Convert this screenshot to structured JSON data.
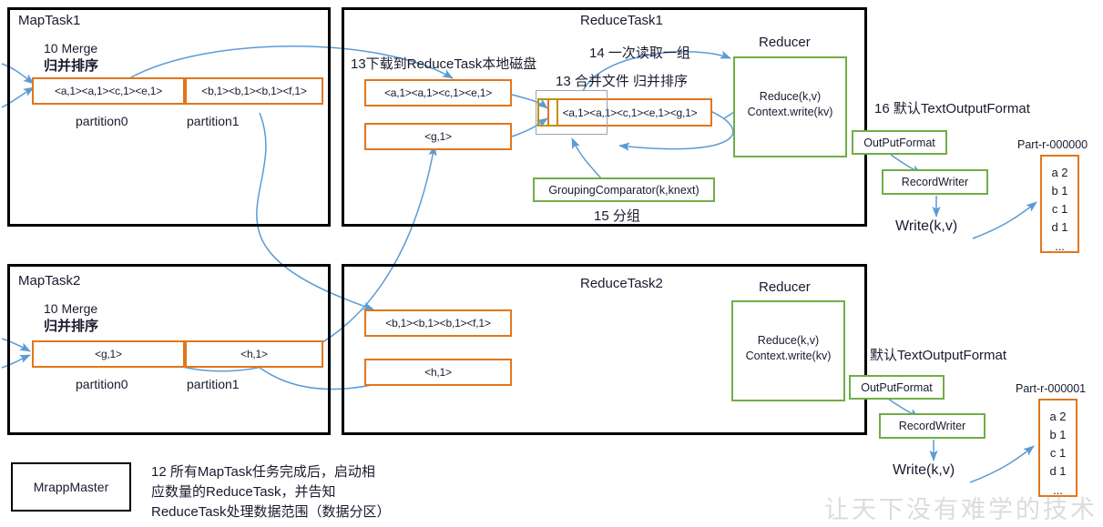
{
  "colors": {
    "panel_border": "#000000",
    "kv_box_border": "#E2761B",
    "component_border": "#70AD47",
    "arrow": "#5B9BD5",
    "overlay_gray": "#9AA4B0",
    "overlay_yellow": "#BF9000",
    "watermark": "#DCDCDC"
  },
  "maptask1": {
    "title": "MapTask1",
    "step_label_line1": "10 Merge",
    "step_label_line2": "归并排序",
    "partition0_value": "<a,1><a,1><c,1><e,1>",
    "partition1_value": "<b,1><b,1><b,1><f,1>",
    "partition0_label": "partition0",
    "partition1_label": "partition1"
  },
  "maptask2": {
    "title": "MapTask2",
    "step_label_line1": "10 Merge",
    "step_label_line2": "归并排序",
    "partition0_value": "<g,1>",
    "partition1_value": "<h,1>",
    "partition0_label": "partition0",
    "partition1_label": "partition1"
  },
  "reducetask1": {
    "title": "ReduceTask1",
    "step13_download": "13下载到ReduceTask本地磁盘",
    "step14_read": "14 一次读取一组",
    "step13_merge": "13 合并文件 归并排序",
    "step15_group": "15 分组",
    "file1_value": "<a,1><a,1><c,1><e,1>",
    "file2_value": "<g,1>",
    "merged_value": "<a,1><a,1><c,1><e,1><g,1>",
    "grouping_comparator": "GroupingComparator(k,knext)"
  },
  "reducetask2": {
    "title": "ReduceTask2",
    "file1_value": "<b,1><b,1><b,1><f,1>",
    "file2_value": "<h,1>"
  },
  "reducer1": {
    "title": "Reducer",
    "code_line1": "Reduce(k,v)",
    "code_line2": "Context.write(kv)",
    "step16_outputformat": "16 默认TextOutputFormat",
    "outputformat": "OutPutFormat",
    "recordwriter": "RecordWriter",
    "write": "Write(k,v)",
    "part_name": "Part-r-000000",
    "part_rows": [
      "a 2",
      "b 1",
      "c 1",
      "d 1",
      "..."
    ]
  },
  "reducer2": {
    "title": "Reducer",
    "code_line1": "Reduce(k,v)",
    "code_line2": "Context.write(kv)",
    "step_outputformat": "默认TextOutputFormat",
    "outputformat": "OutPutFormat",
    "recordwriter": "RecordWriter",
    "write": "Write(k,v)",
    "part_name": "Part-r-000001",
    "part_rows": [
      "a 2",
      "b 1",
      "c 1",
      "d 1",
      "..."
    ]
  },
  "master": {
    "box_label": "MrappMaster",
    "note_line1": "12 所有MapTask任务完成后，启动相",
    "note_line2": "应数量的ReduceTask，并告知",
    "note_line3": "ReduceTask处理数据范围（数据分区）"
  },
  "watermark": {
    "text": "让天下没有难学的技术"
  }
}
